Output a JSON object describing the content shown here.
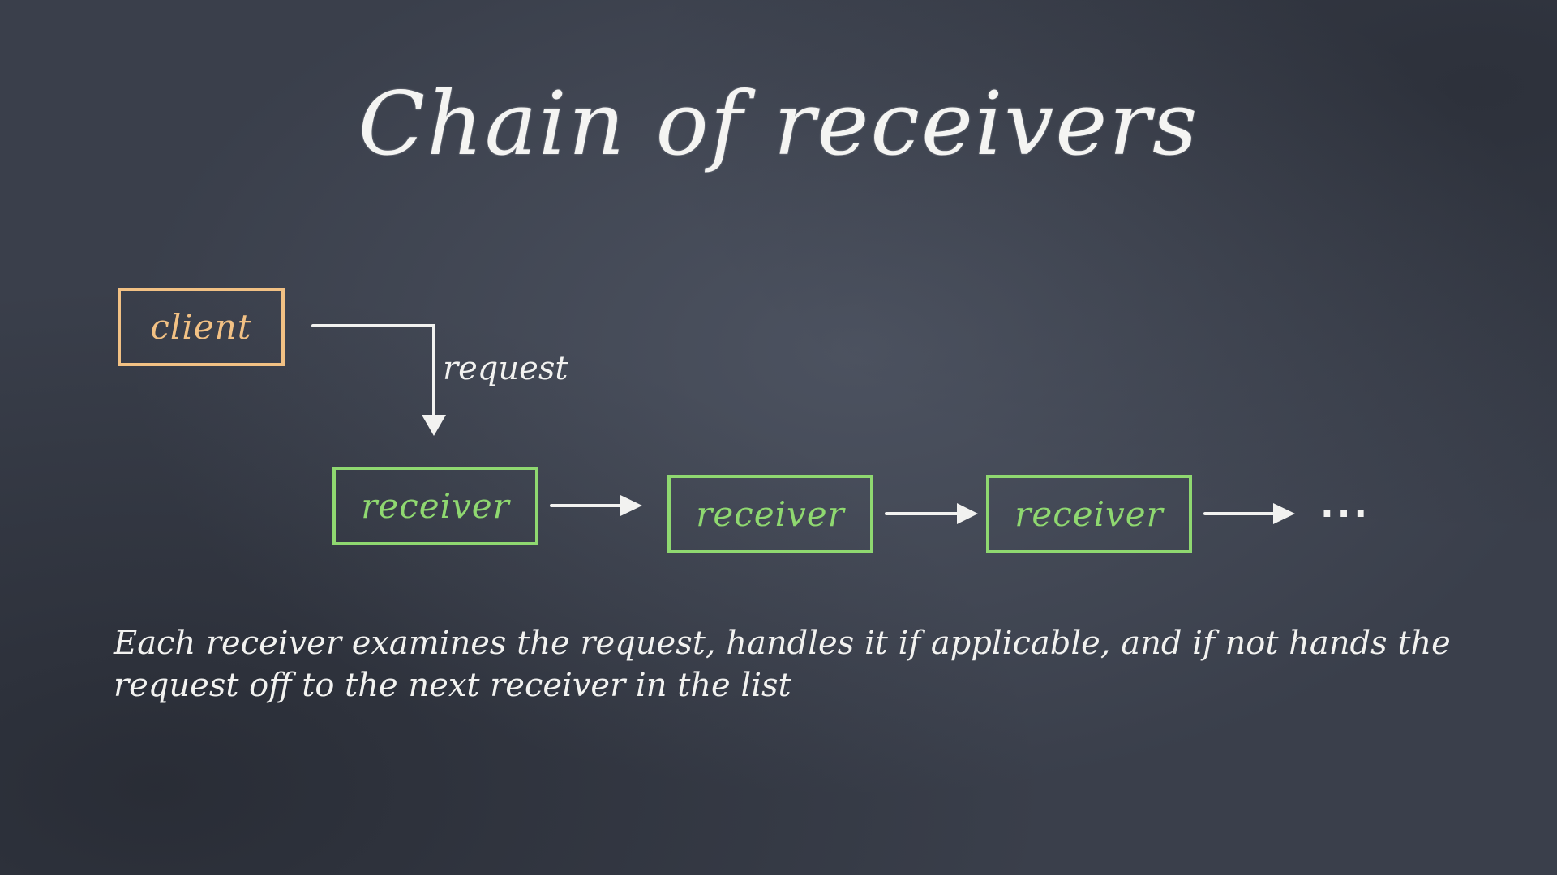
{
  "slide": {
    "title": "Chain of receivers",
    "client_label": "client",
    "request_label": "request",
    "receivers": [
      {
        "label": "receiver"
      },
      {
        "label": "receiver"
      },
      {
        "label": "receiver"
      }
    ],
    "continuation": "...",
    "caption": "Each receiver examines the request, handles it if applicable, and if not hands the request off to the next receiver in the list"
  },
  "colors": {
    "background": "#3a3f4b",
    "chalk_white": "#f2f2f0",
    "client": "#f2c184",
    "receiver": "#8fd870"
  }
}
